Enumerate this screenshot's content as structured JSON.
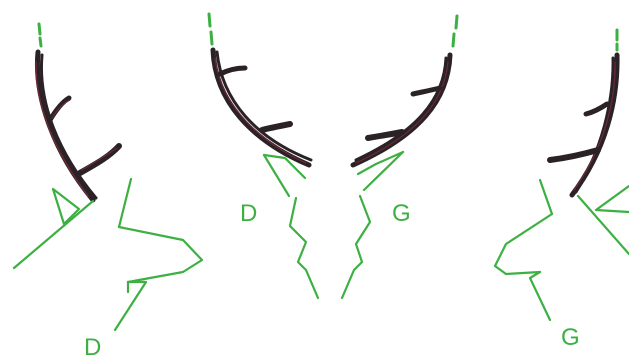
{
  "labels": {
    "left_bottom": "D",
    "center_left": "D",
    "center_right": "G",
    "right_bottom": "G"
  },
  "colors": {
    "outline": "#3cb043",
    "antler": "#2a2226",
    "antler_accent": "#6b2a33",
    "background": "#ffffff"
  }
}
